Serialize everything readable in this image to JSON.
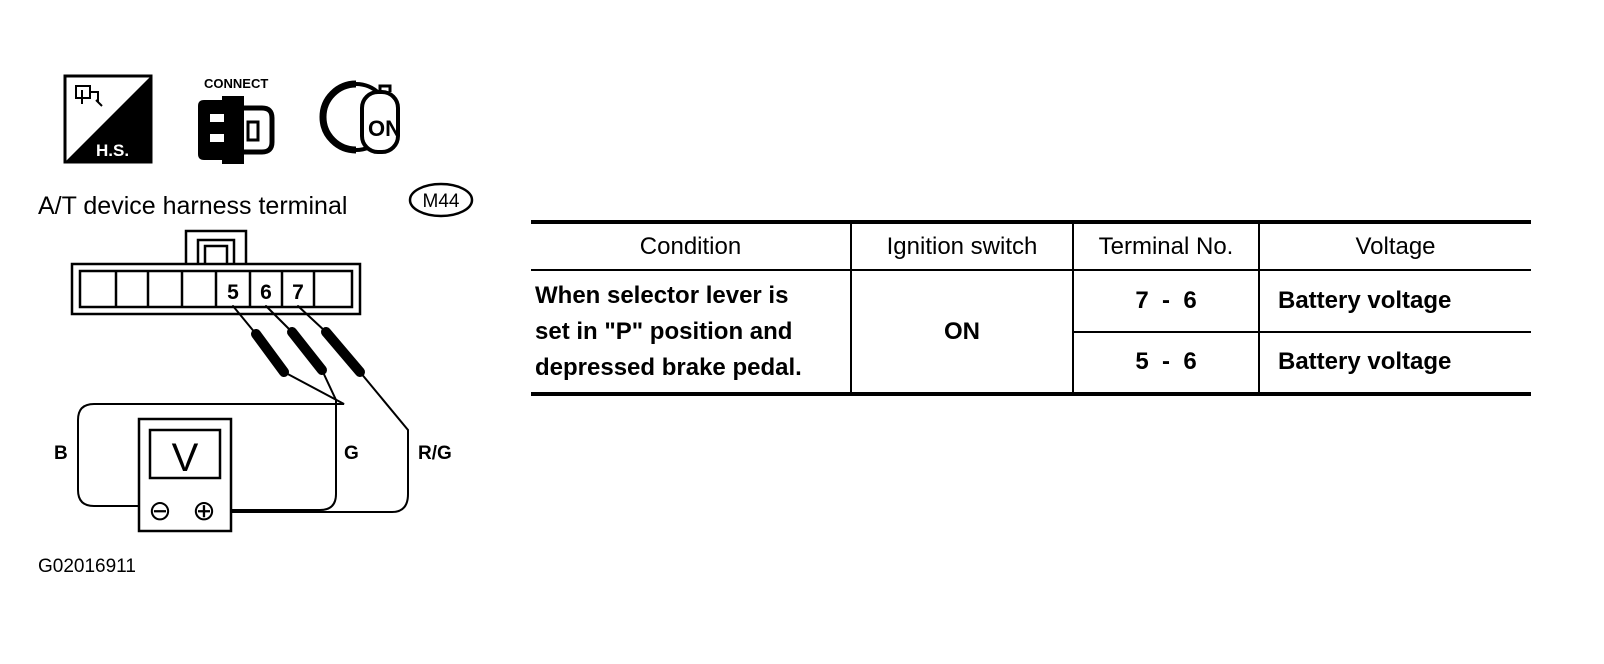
{
  "icons": {
    "hs_label": "H.S.",
    "connect_label": "CONNECT",
    "key_label": "ON"
  },
  "connector": {
    "title": "A/T device harness terminal",
    "code": "M44",
    "pins": [
      "5",
      "6",
      "7"
    ]
  },
  "meter": {
    "symbol": "V",
    "neg": "⊖",
    "pos": "⊕"
  },
  "wires": {
    "b": "B",
    "g": "G",
    "rg": "R/G"
  },
  "table": {
    "headers": [
      "Condition",
      "Ignition switch",
      "Terminal No.",
      "Voltage"
    ],
    "condition_lines": [
      "When selector lever is",
      "set in \"P\" position and",
      "depressed brake pedal."
    ],
    "ignition": "ON",
    "rows": [
      {
        "terminal": "7  -  6",
        "voltage": "Battery voltage"
      },
      {
        "terminal": "5  -  6",
        "voltage": "Battery voltage"
      }
    ]
  },
  "figure_code": "G02016911"
}
